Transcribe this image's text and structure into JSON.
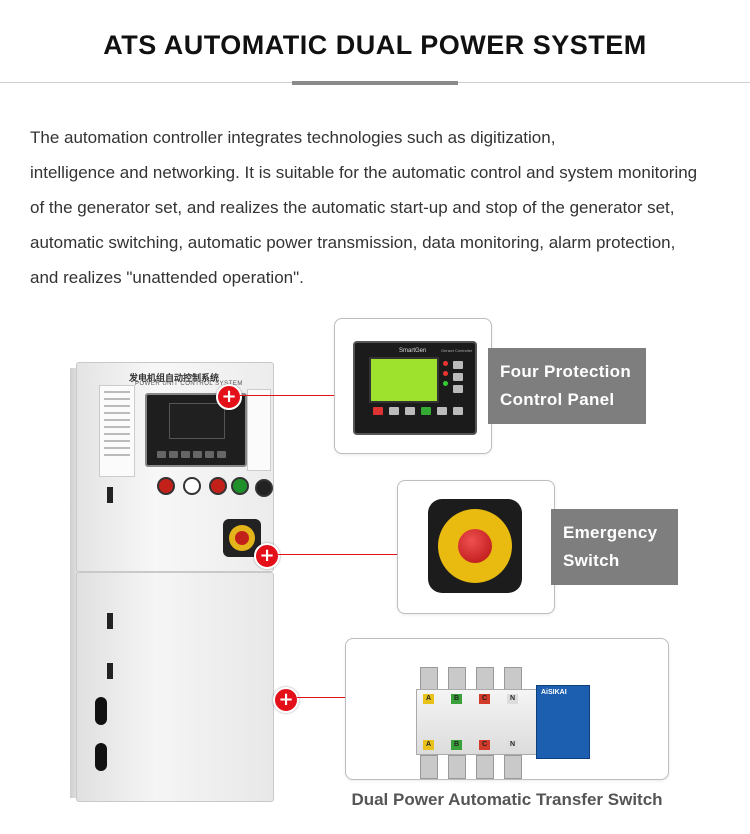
{
  "header": {
    "title": "ATS AUTOMATIC DUAL POWER SYSTEM"
  },
  "intro_lines": [
    "The automation controller integrates technologies such as digitization,",
    "intelligence and networking. It is suitable for the automatic control and system monitoring",
    "of the generator set, and realizes the automatic start-up and stop of the generator set,",
    "automatic switching, automatic power transmission, data monitoring, alarm protection,",
    "and realizes \"unattended operation\"."
  ],
  "cabinet": {
    "heading_cn": "发电机组自动控制系统",
    "heading_en": "POWER UNIT CONTROL SYSTEM"
  },
  "callouts": {
    "controller": {
      "label_line1": "Four Protection",
      "label_line2": "Control Panel",
      "brand": "SmartGen",
      "model": "Genset Controller"
    },
    "emergency": {
      "label_line1": "Emergency",
      "label_line2": "Switch"
    },
    "transfer": {
      "caption": "Dual Power Automatic Transfer Switch",
      "brand": "AiSIKAI"
    }
  },
  "marker_symbol": "+",
  "ats_phases": [
    "A",
    "B",
    "C",
    "N"
  ],
  "colors": {
    "marker": "#e3101a",
    "label_bg": "#7e7e7e",
    "accent_rule": "#8a8a8a"
  }
}
